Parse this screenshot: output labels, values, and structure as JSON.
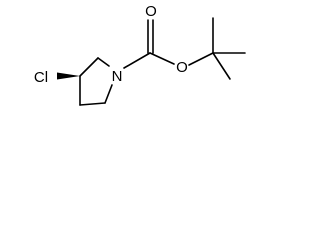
{
  "molecule": {
    "atoms": {
      "chlorine": "Cl",
      "ring_nitrogen": "N",
      "carbonyl_oxygen": "O",
      "ester_oxygen": "O"
    },
    "colors": {
      "bond": "#000000",
      "label": "#000000",
      "background": "#ffffff"
    }
  }
}
